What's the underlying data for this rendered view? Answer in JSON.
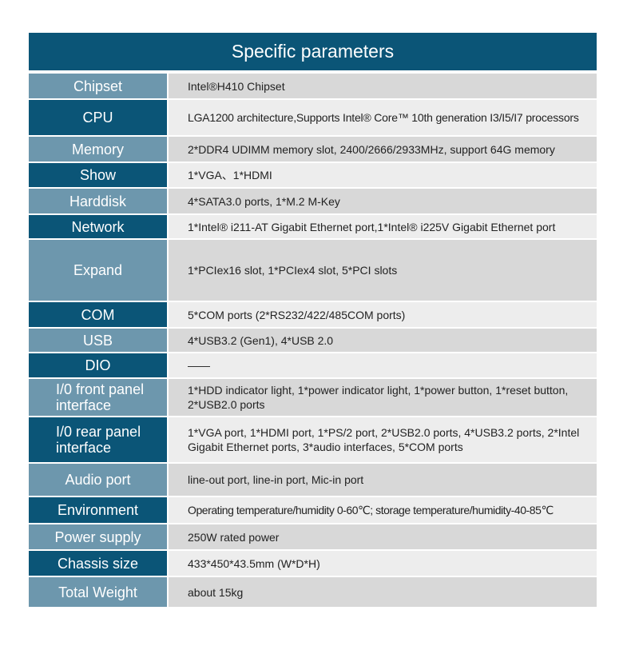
{
  "title": "Specific parameters",
  "rows": [
    {
      "label": "Chipset",
      "value": "Intel®H410 Chipset"
    },
    {
      "label": "CPU",
      "value": "LGA1200 architecture,Supports Intel® Core™ 10th generation I3/I5/I7 processors"
    },
    {
      "label": "Memory",
      "value": "2*DDR4 UDIMM memory slot, 2400/2666/2933MHz, support 64G memory"
    },
    {
      "label": "Show",
      "value": "1*VGA、1*HDMI"
    },
    {
      "label": "Harddisk",
      "value": "4*SATA3.0 ports, 1*M.2 M-Key"
    },
    {
      "label": "Network",
      "value": "1*Intel® i211-AT Gigabit Ethernet port,1*Intel® i225V Gigabit Ethernet port"
    },
    {
      "label": "Expand",
      "value": "1*PCIex16 slot, 1*PCIex4 slot, 5*PCI slots"
    },
    {
      "label": "COM",
      "value": "5*COM ports (2*RS232/422/485COM ports)"
    },
    {
      "label": "USB",
      "value": "4*USB3.2 (Gen1), 4*USB 2.0"
    },
    {
      "label": "DIO",
      "value": "——"
    },
    {
      "label": "I/0 front panel interface",
      "value": "1*HDD indicator light, 1*power indicator light, 1*power button, 1*reset button, 2*USB2.0 ports"
    },
    {
      "label": "I/0 rear panel interface",
      "value": "1*VGA port, 1*HDMI port, 1*PS/2 port, 2*USB2.0 ports, 4*USB3.2 ports, 2*Intel Gigabit Ethernet ports, 3*audio interfaces, 5*COM ports"
    },
    {
      "label": "Audio port",
      "value": "line-out port, line-in port, Mic-in port"
    },
    {
      "label": "Environment",
      "value": "Operating temperature/humidity 0-60℃; storage temperature/humidity-40-85℃"
    },
    {
      "label": "Power supply",
      "value": "250W rated power"
    },
    {
      "label": "Chassis size",
      "value": "433*450*43.5mm (W*D*H)"
    },
    {
      "label": "Total Weight",
      "value": "about 15kg"
    }
  ],
  "colors": {
    "dark": "#0b5577",
    "light": "#6d97ad",
    "cell_grey": "#d8d8d8",
    "cell_light": "#ededed"
  }
}
